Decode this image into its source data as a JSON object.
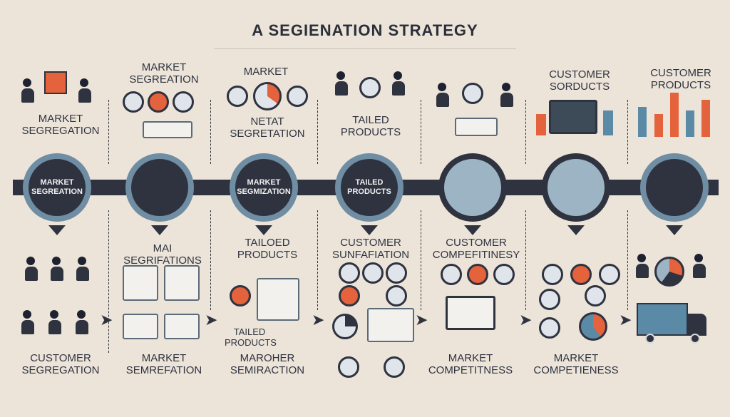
{
  "title": "A SEGIENATION STRATEGY",
  "top_labels": [
    "MARKET SEGREGATION",
    "MARKET SEGREATION",
    "MARKET",
    "NETAT SEGRETATION",
    "TAILED PRODUCTS",
    "CUSTOMER SORDUCTS",
    "CUSTOMER PRODUCTS"
  ],
  "nodes": [
    {
      "label": "MARKET SEGREATION"
    },
    {
      "label": ""
    },
    {
      "label": "MARKET SEGMIZATION"
    },
    {
      "label": "TAILED PRODUCTS"
    },
    {
      "label": ""
    },
    {
      "label": ""
    },
    {
      "label": ""
    }
  ],
  "bottom_labels": [
    "MAI SEGRIFATIONS",
    "TAILOED PRODUCTS",
    "CUSTOMER SUNFAFIATION",
    "CUSTOMER COMPEFITINESY",
    "TAILED PRODUCTS"
  ],
  "footer_labels": [
    "CUSTOMER SEGREGATION",
    "MARKET SEMREFATION",
    "MAROHER SEMIRACTION",
    "MARKET COMPETITNESS",
    "MARKET COMPETIENESS"
  ],
  "colors": {
    "background": "#ece4d9",
    "navy": "#2f3340",
    "steel": "#6f8da3",
    "orange": "#e4623c"
  }
}
